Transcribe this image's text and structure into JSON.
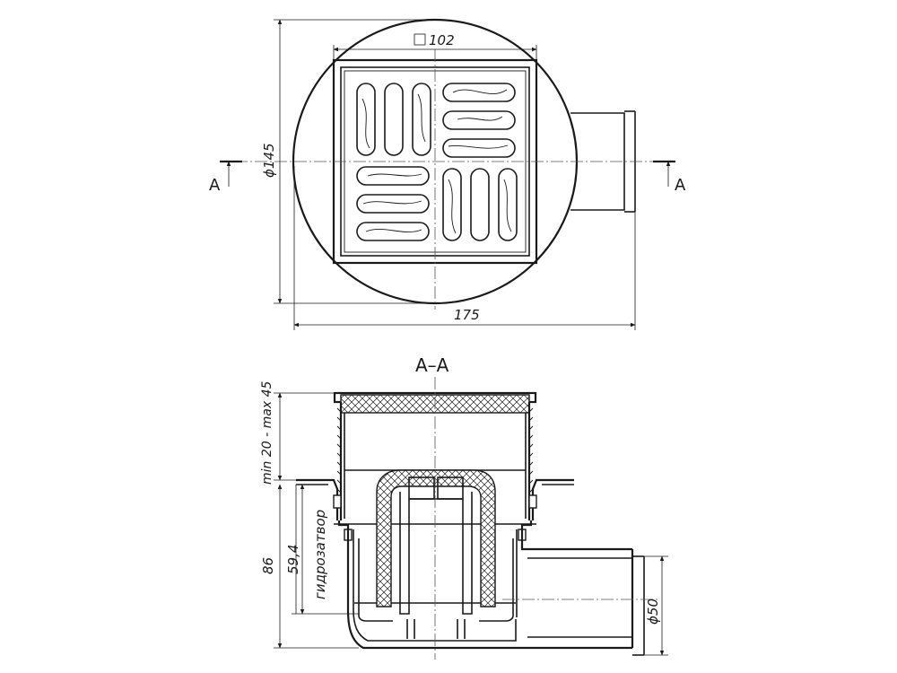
{
  "dimensions": {
    "square_102": "102",
    "diam_145": "ϕ145",
    "width_175": "175",
    "height_range": "min 20 - max 45",
    "height_86": "86",
    "height_594": "59,4",
    "trap_label": "гидрозатвор",
    "outlet_diam": "ϕ50"
  },
  "section": {
    "title": "A–A",
    "mark_left": "A",
    "mark_right": "A"
  }
}
